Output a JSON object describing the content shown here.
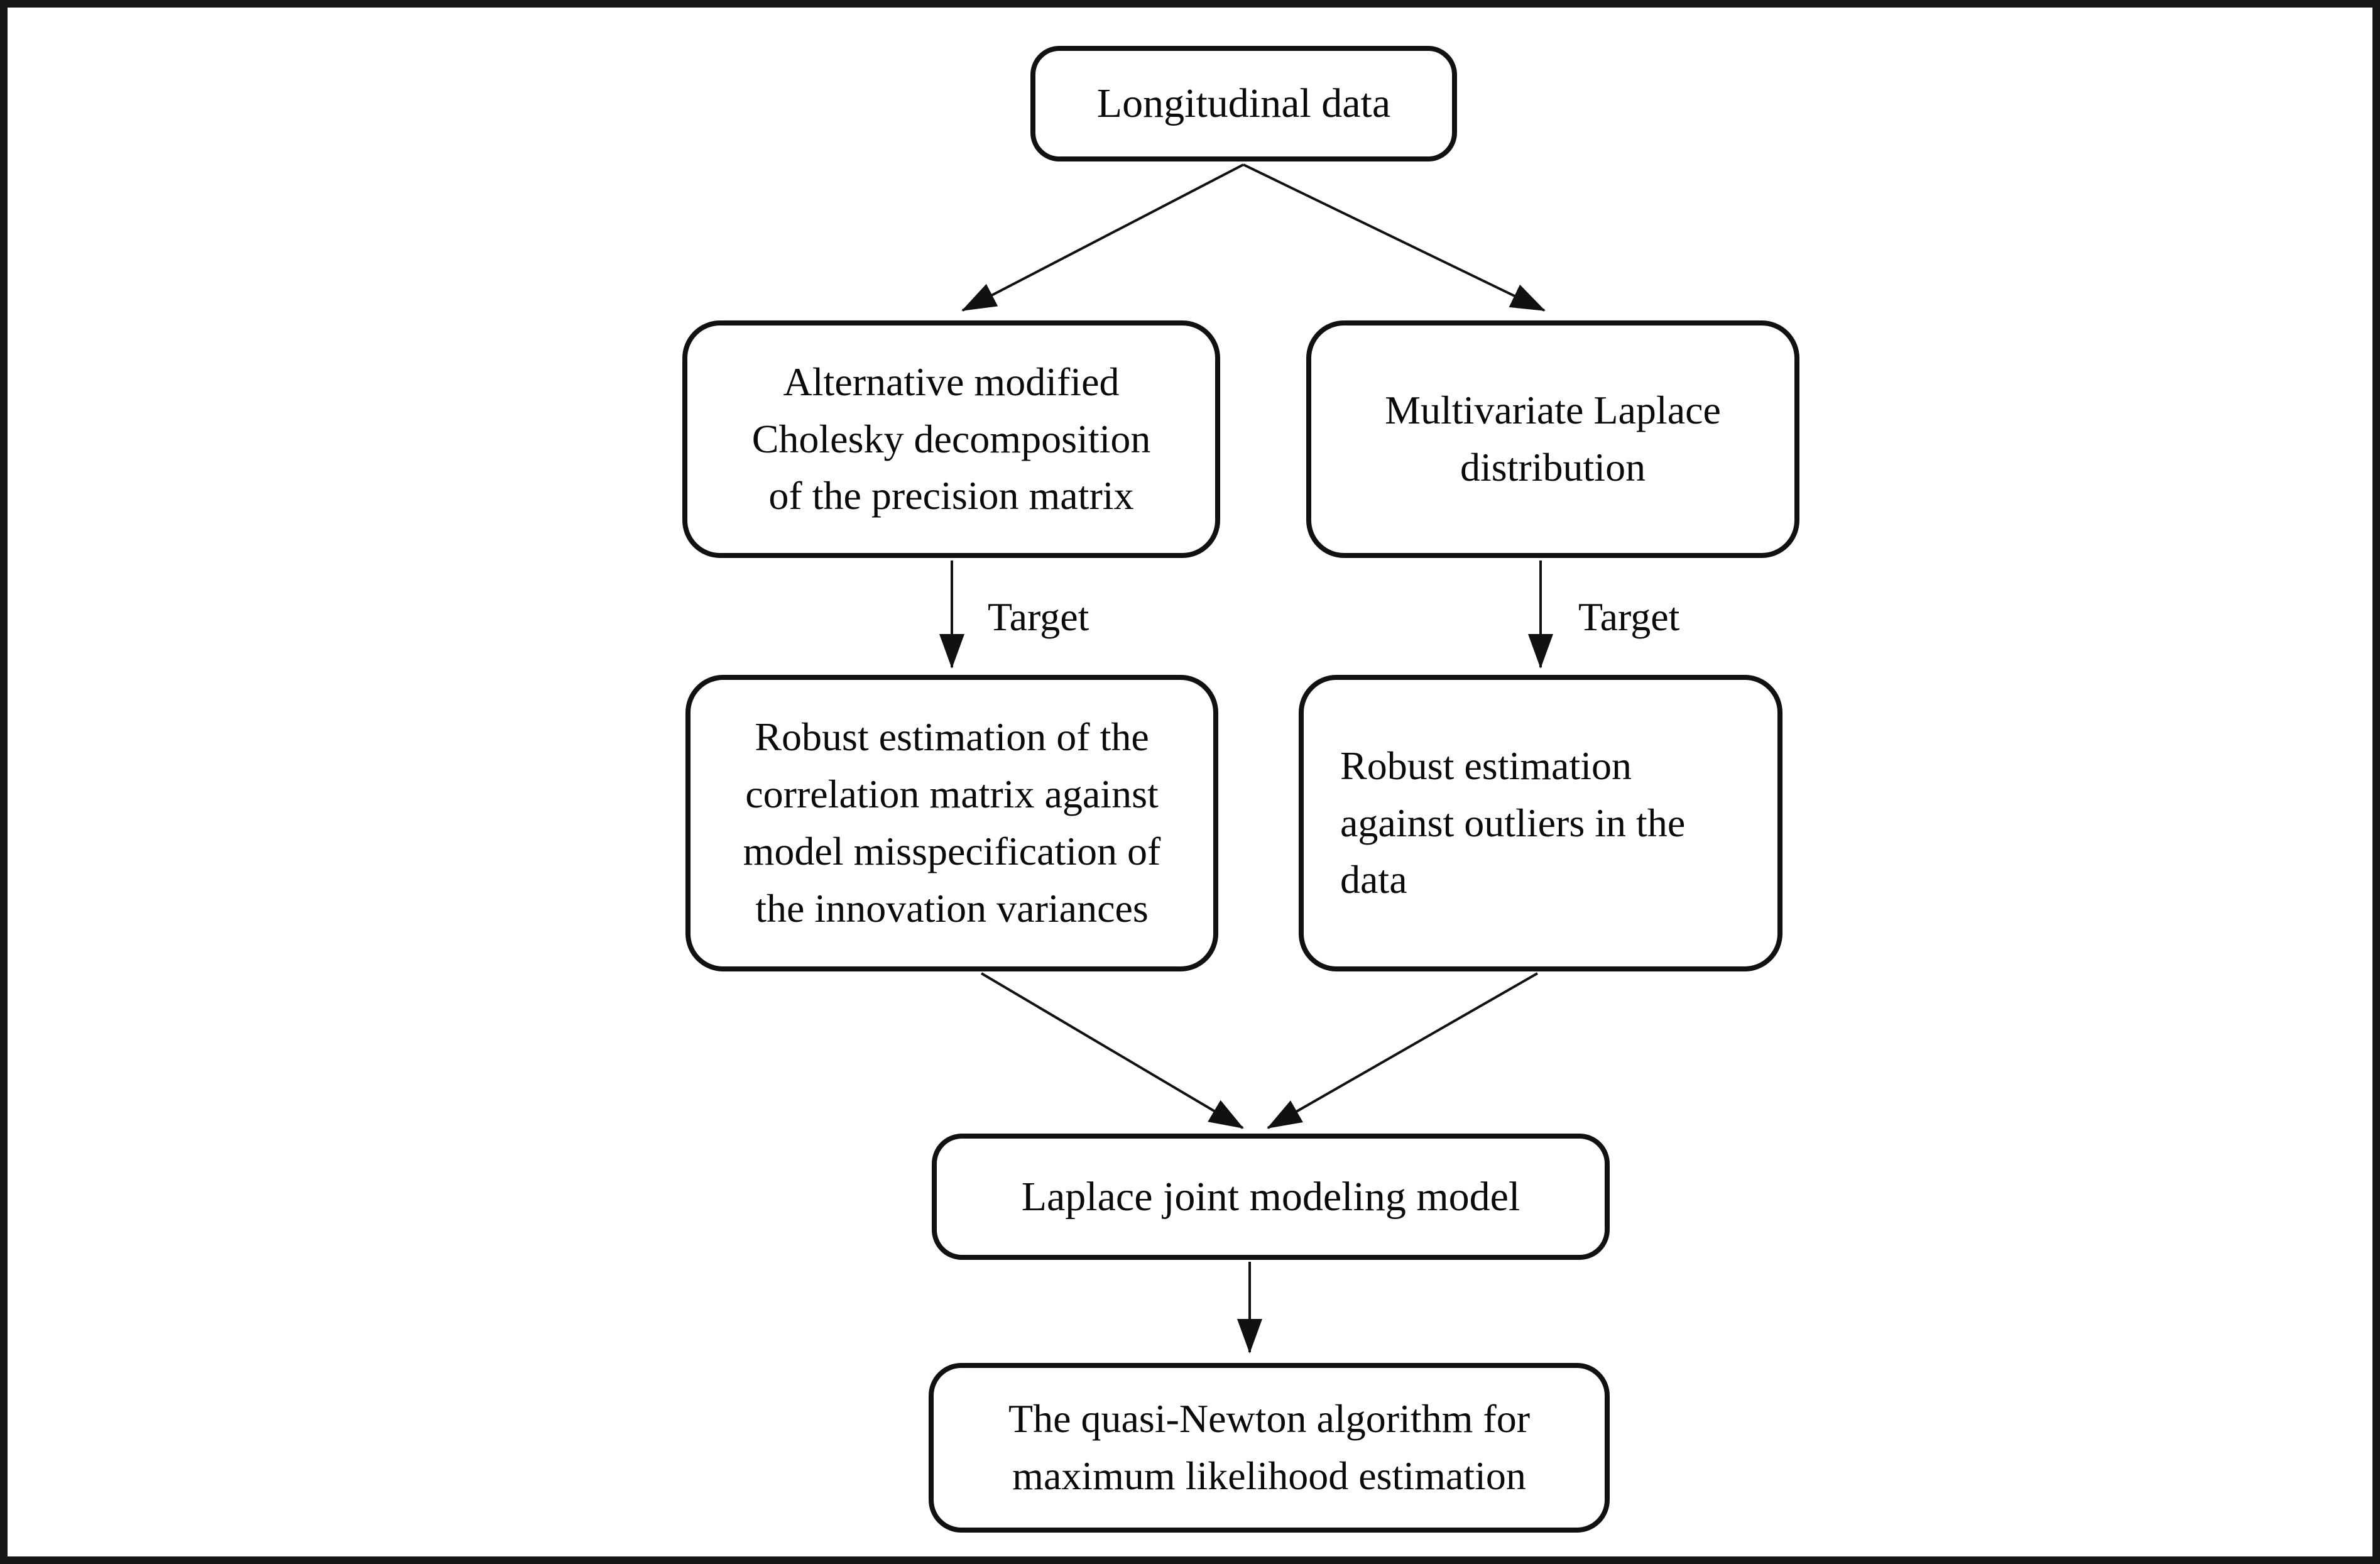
{
  "diagram": {
    "type": "flowchart",
    "colors": {
      "background": "#ffffff",
      "frame": "#161616",
      "line": "#111111",
      "text": "#0a0a0a"
    },
    "nodes": {
      "longitudinal_data": {
        "label": "Longitudinal data"
      },
      "cholesky": {
        "label": "Alternative modified Cholesky decomposition of the precision matrix",
        "lines": [
          "Alternative modified",
          "Cholesky decomposition",
          "of the precision matrix"
        ]
      },
      "multivariate_laplace": {
        "label": "Multivariate Laplace distribution",
        "lines": [
          "Multivariate Laplace",
          "distribution"
        ]
      },
      "robust_correlation": {
        "label": "Robust estimation of the correlation matrix against model misspecification of the innovation variances",
        "lines": [
          "Robust estimation of the",
          "correlation matrix against",
          "model misspecification of",
          "the innovation variances"
        ]
      },
      "robust_outliers": {
        "label": "Robust estimation against outliers in the data",
        "lines": [
          "Robust estimation",
          "against outliers in the",
          "data"
        ]
      },
      "laplace_joint": {
        "label": "Laplace joint modeling model"
      },
      "quasi_newton": {
        "label": "The quasi-Newton algorithm for maximum likelihood estimation",
        "lines": [
          "The quasi-Newton algorithm for",
          "maximum likelihood estimation"
        ]
      }
    },
    "edge_labels": {
      "target_left": "Target",
      "target_right": "Target"
    }
  }
}
